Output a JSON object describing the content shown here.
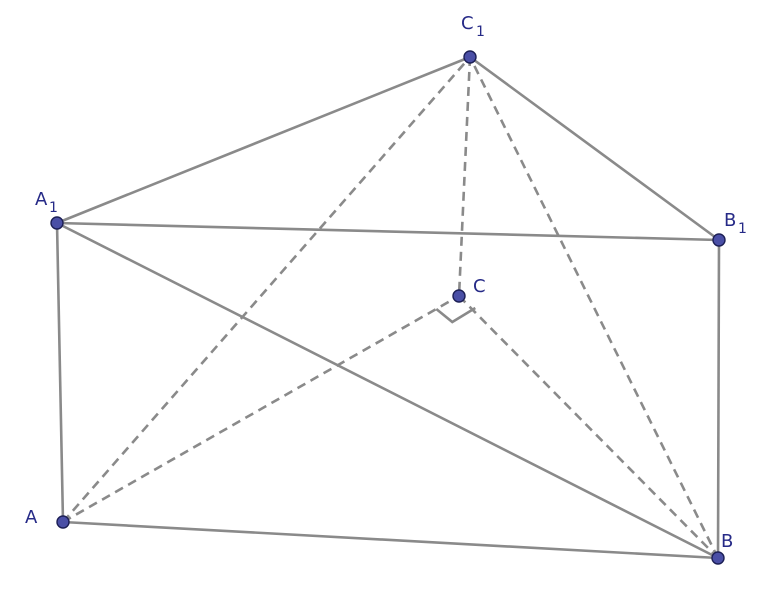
{
  "diagram": {
    "labels": {
      "A": "A",
      "A1": "A",
      "A1_sub": "1",
      "B": "B",
      "B1": "B",
      "B1_sub": "1",
      "C": "C",
      "C1": "C",
      "C1_sub": "1"
    },
    "colors": {
      "edge": "#8a8a8a",
      "vertex_fill": "#4a4fa6",
      "vertex_stroke": "#1c1f55",
      "label": "#262a87"
    }
  }
}
